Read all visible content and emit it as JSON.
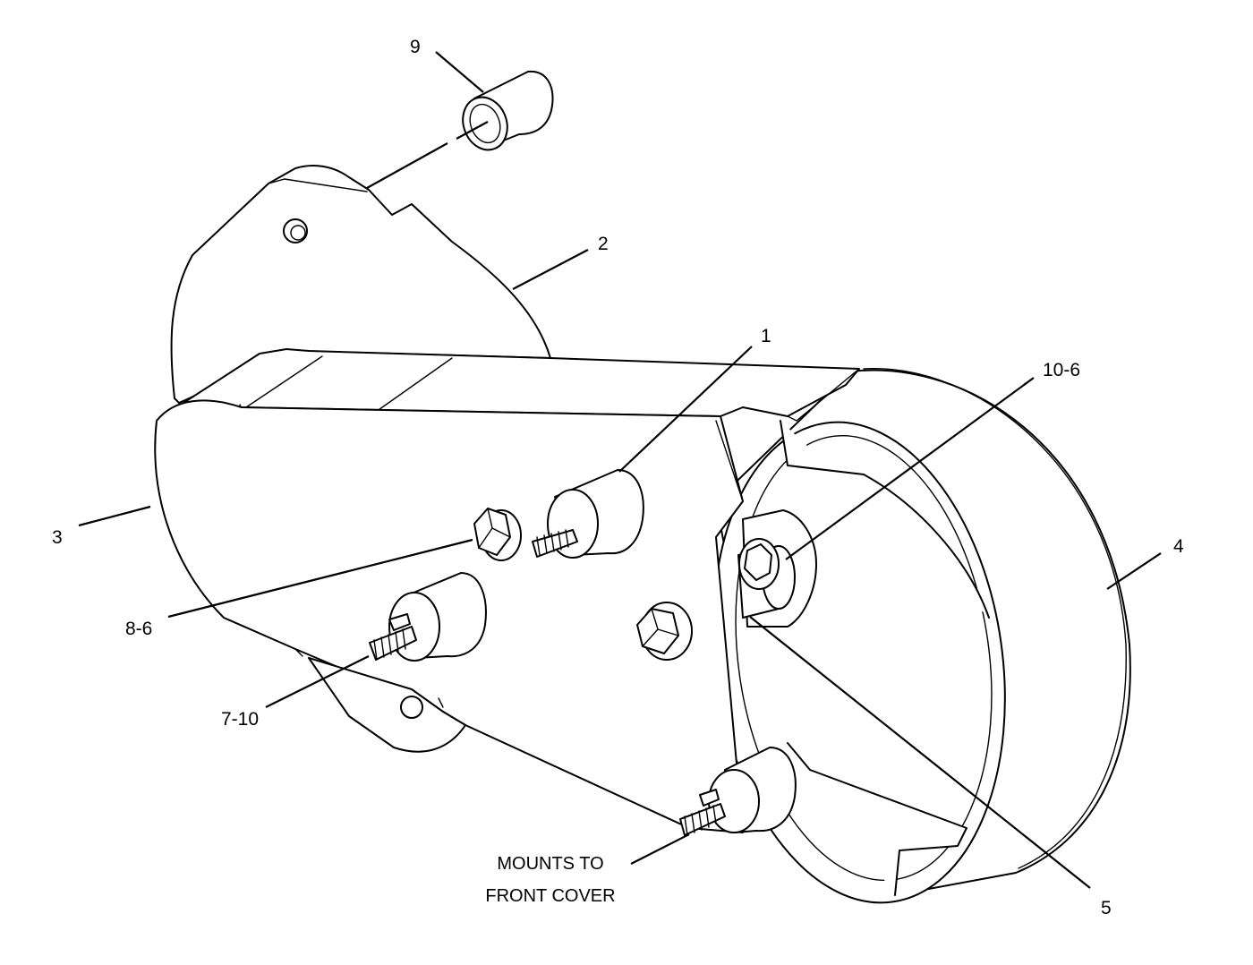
{
  "callouts": {
    "c9": "9",
    "c2": "2",
    "c1": "1",
    "c10_6": "10-6",
    "c3": "3",
    "c4": "4",
    "c8_6": "8-6",
    "c7_10": "7-10",
    "c5": "5"
  },
  "note": {
    "line1": "MOUNTS TO",
    "line2": "FRONT COVER"
  },
  "colors": {
    "line": "#000000",
    "background": "#ffffff"
  }
}
